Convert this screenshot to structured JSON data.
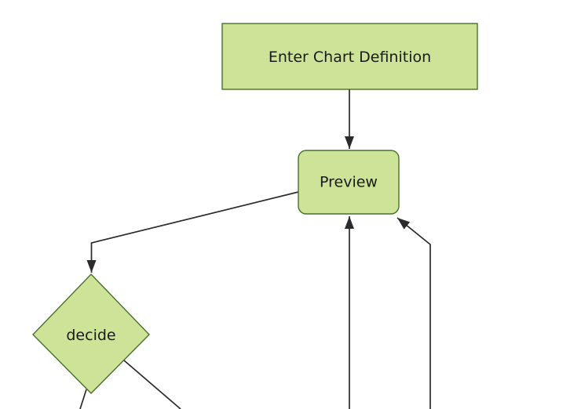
{
  "diagram": {
    "type": "flowchart",
    "direction": "top-down",
    "nodes": [
      {
        "id": "A",
        "label": "Enter Chart Definition",
        "shape": "rectangle"
      },
      {
        "id": "B",
        "label": "Preview",
        "shape": "rounded-rectangle"
      },
      {
        "id": "C",
        "label": "decide",
        "shape": "diamond"
      }
    ],
    "edges": [
      {
        "from": "Enter Chart Definition",
        "to": "Preview",
        "arrowhead": true
      },
      {
        "from": "Preview",
        "to": "decide",
        "arrowhead": true
      },
      {
        "from": "offscreen-bottom-center",
        "to": "Preview",
        "arrowhead": true
      },
      {
        "from": "offscreen-bottom-right",
        "to": "Preview",
        "arrowhead": true
      },
      {
        "from": "decide",
        "to": "offscreen-bottom-left",
        "arrowhead": false
      },
      {
        "from": "decide",
        "to": "offscreen-bottom-right",
        "arrowhead": false
      }
    ]
  },
  "theme": {
    "background": "#ffffff",
    "node_fill": "#cde498",
    "node_border": "#48702a",
    "edge_color": "#2b2b2b",
    "text_color": "#1a1a1a"
  }
}
